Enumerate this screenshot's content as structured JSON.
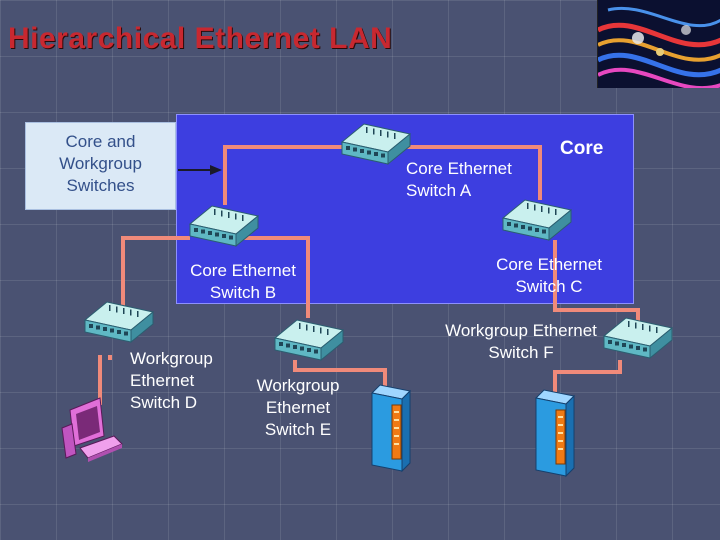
{
  "slide": {
    "title": "Hierarchical Ethernet LAN"
  },
  "legend": {
    "line1": "Core and",
    "line2": "Workgroup",
    "line3": "Switches"
  },
  "core_area_label": "Core",
  "switches": {
    "a": {
      "line1": "Core Ethernet",
      "line2": "Switch A"
    },
    "b": {
      "line1": "Core Ethernet",
      "line2": "Switch B"
    },
    "c": {
      "line1": "Core Ethernet",
      "line2": "Switch C"
    },
    "d": {
      "line1": "Workgroup",
      "line2": "Ethernet",
      "line3": "Switch D"
    },
    "e": {
      "line1": "Workgroup",
      "line2": "Ethernet",
      "line3": "Switch E"
    },
    "f": {
      "line1": "Workgroup Ethernet",
      "line2": "Switch F"
    }
  },
  "colors": {
    "title": "#c82830",
    "core_box": "#3d3ee0",
    "link": "#f08a7a",
    "switch_top": "#c9f0ee",
    "switch_side": "#5fb8c4",
    "server": "#2b9be0",
    "server_panel": "#f07a14",
    "pc": "#e06fd8"
  },
  "icons": [
    "switch-icon",
    "server-icon",
    "computer-icon",
    "arrow-icon"
  ]
}
